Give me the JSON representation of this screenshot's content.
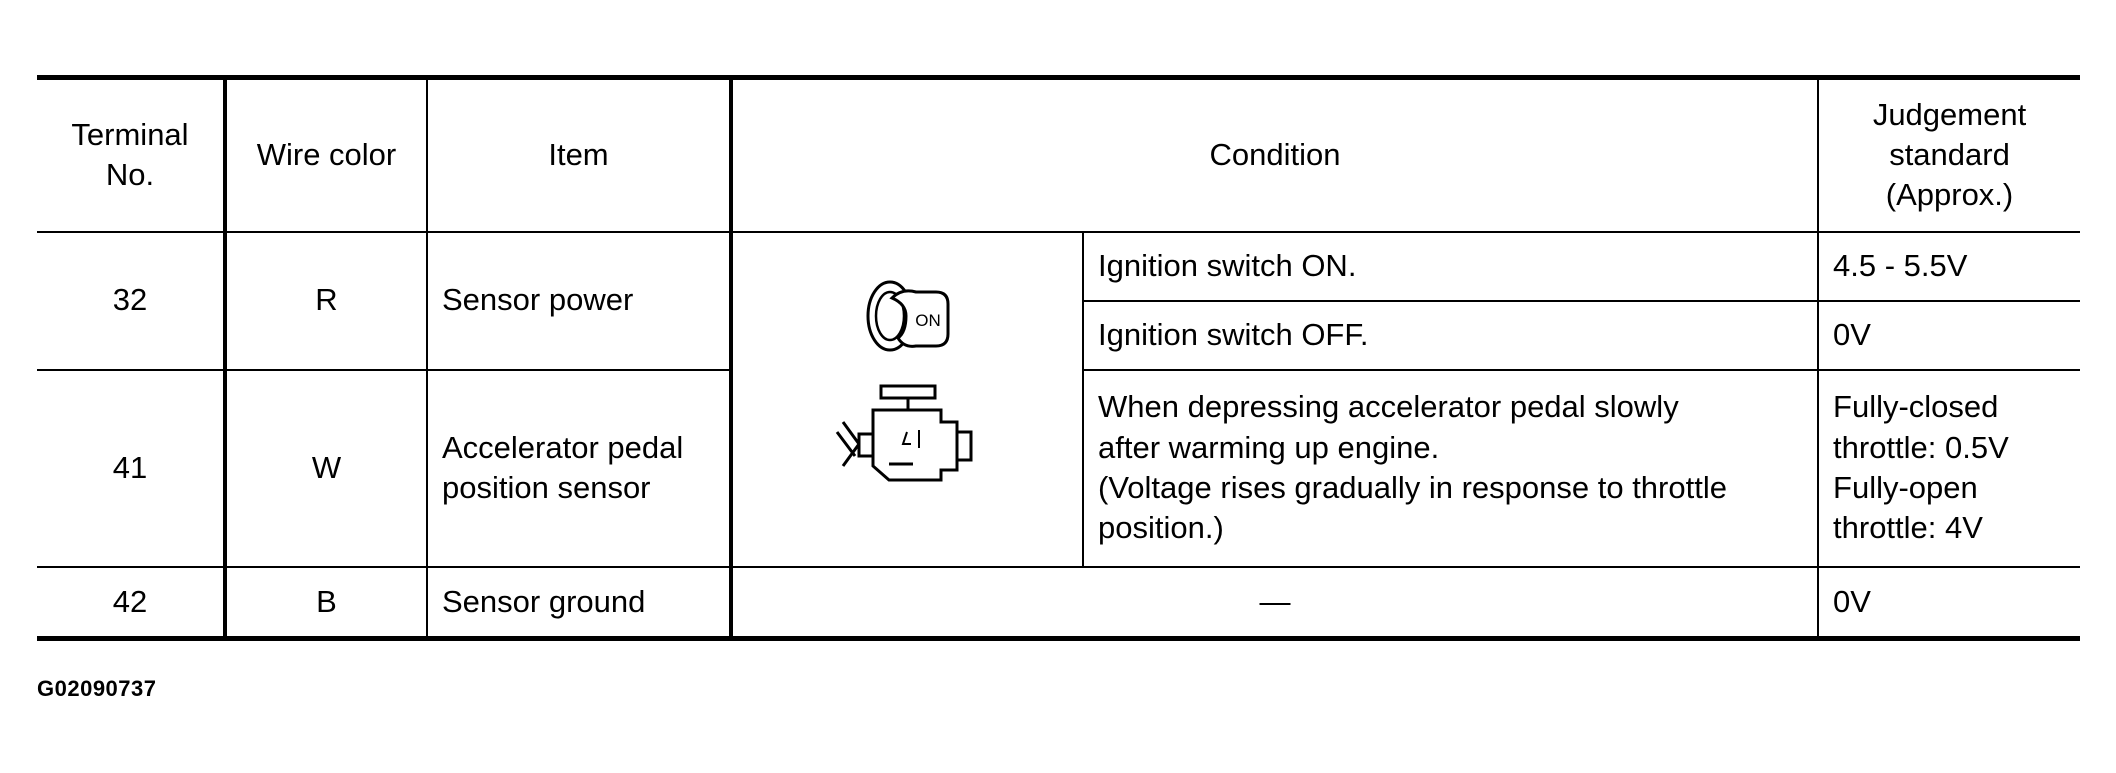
{
  "headers": {
    "terminal": "Terminal\nNo.",
    "wire_color": "Wire color",
    "item": "Item",
    "condition": "Condition",
    "judgement": "Judgement\nstandard\n(Approx.)"
  },
  "rows": [
    {
      "terminal": "32",
      "wire_color": "R",
      "item": "Sensor power",
      "conditions": [
        {
          "condition": "Ignition switch ON.",
          "standard": "4.5 - 5.5V"
        },
        {
          "condition": "Ignition switch OFF.",
          "standard": "0V"
        }
      ]
    },
    {
      "terminal": "41",
      "wire_color": "W",
      "item": "Accelerator pedal\nposition sensor",
      "conditions": [
        {
          "condition": "When depressing accelerator pedal slowly\nafter warming up engine.\n(Voltage rises gradually in response to throttle\nposition.)",
          "standard": "Fully-closed\nthrottle: 0.5V\nFully-open\nthrottle: 4V"
        }
      ]
    },
    {
      "terminal": "42",
      "wire_color": "B",
      "item": "Sensor ground",
      "condition": "—",
      "standard": "0V"
    }
  ],
  "icons": {
    "ignition_key": "ignition-key-on-icon",
    "ignition_key_label": "ON",
    "engine": "engine-running-icon"
  },
  "caption": "G02090737"
}
